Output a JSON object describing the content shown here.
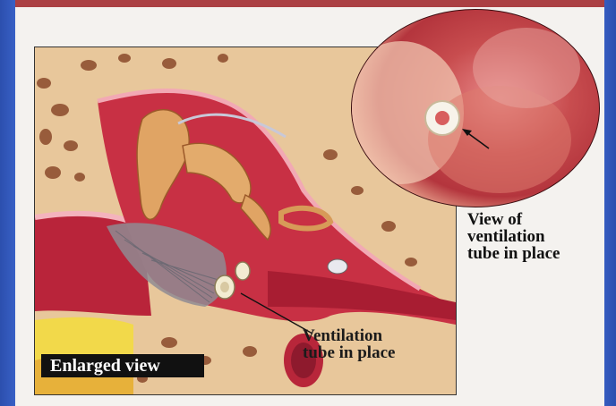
{
  "labels": {
    "inset_line1": "View of",
    "inset_line2": "ventilation",
    "inset_line3": "tube in place",
    "tube_line1": "Ventilation",
    "tube_line2": "tube in place",
    "enlarged": "Enlarged view"
  },
  "colors": {
    "background_blue": "#3a63c9",
    "card": "#f4f2ef",
    "bone": "#e9c89c",
    "flesh_red": "#c22a3a",
    "ear_canal": "#a91c30",
    "tube": "#f3ecd2",
    "badge_bg": "#111111"
  }
}
